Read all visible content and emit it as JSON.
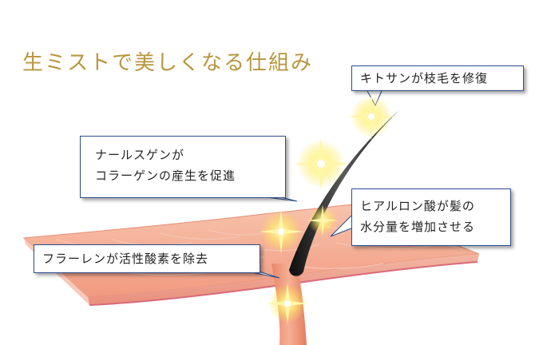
{
  "title": "生ミストで美しくなる仕組み",
  "callouts": {
    "branch_repair": "キトサンが枝毛を修復",
    "collagen": [
      "ナールスゲンが",
      "コラーゲンの産生を促進"
    ],
    "hyaluronic": [
      "ヒアルロン酸が髪の",
      "水分量を増加させる"
    ],
    "fullerene": "フラーレンが活性酸素を除去"
  },
  "colors": {
    "title_gold": "#b8963f",
    "callout_border": "#2b4d8c",
    "skin": "#f4a98e",
    "skin_dark": "#e07c66",
    "hair": "#1f1f1f",
    "sparkle": "#ffe640"
  }
}
